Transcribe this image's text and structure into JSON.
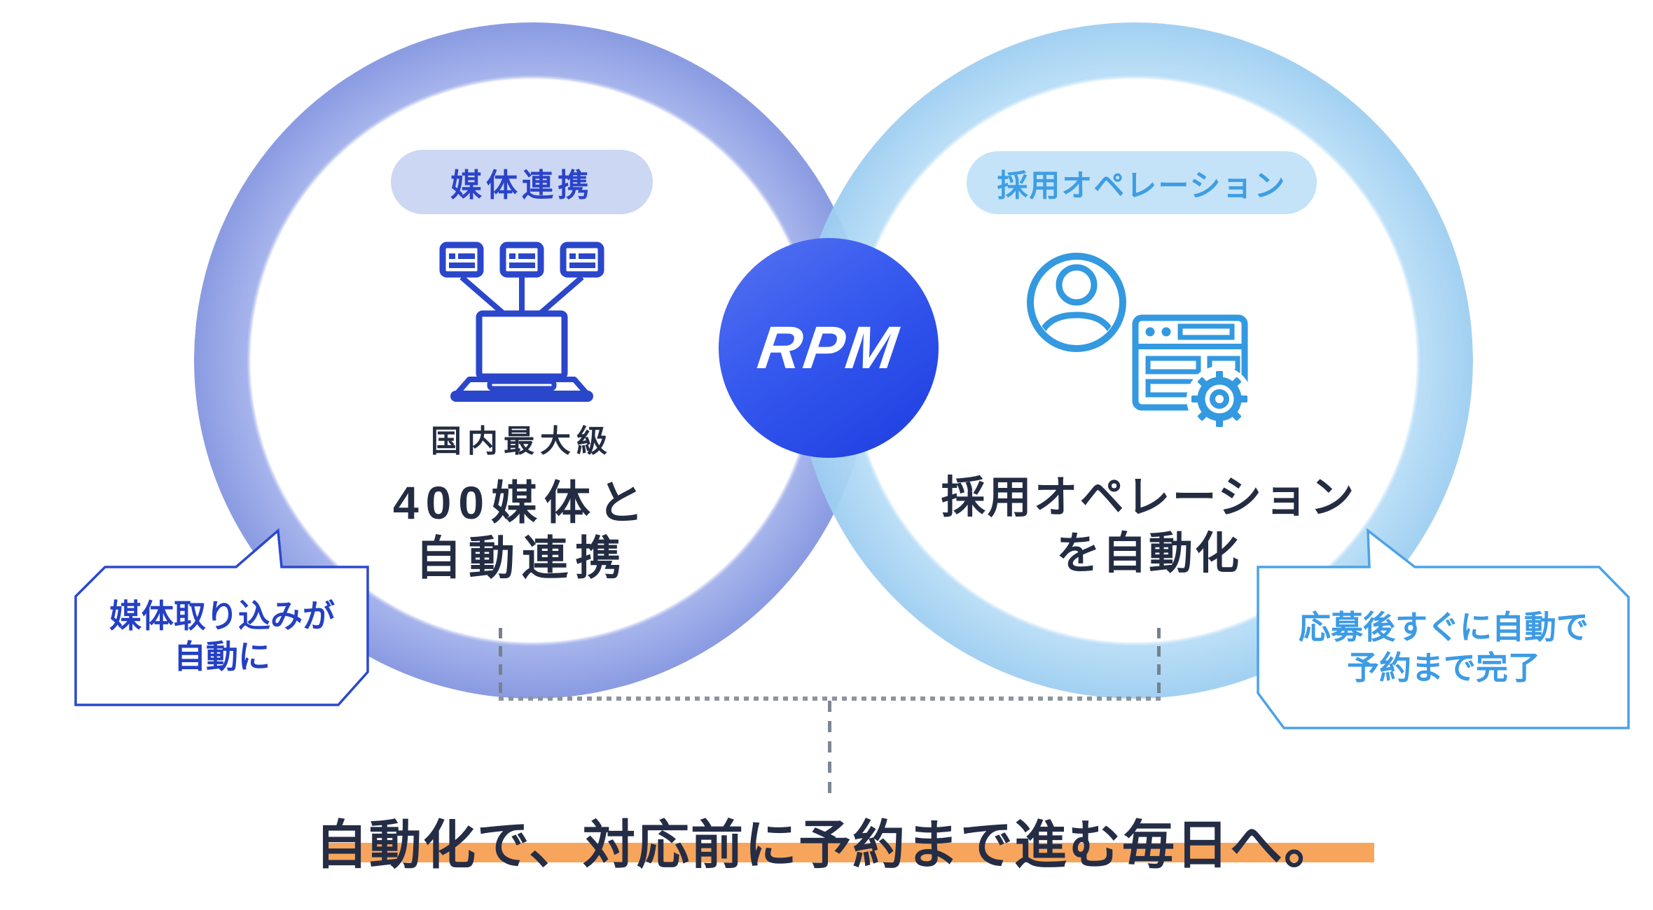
{
  "center": {
    "logo": "RPM",
    "circle_gradient": [
      "#5673F2",
      "#1D3DDF"
    ]
  },
  "left_section": {
    "badge": "媒体連携",
    "icon": "laptop-media-network-icon",
    "subtitle": "国内最大級",
    "title_line1": "400媒体と",
    "title_line2": "自動連携",
    "callout_line1": "媒体取り込みが",
    "callout_line2": "自動に",
    "colors": {
      "ring": "#93A5E4",
      "badge_bg": "#CBD7F3",
      "badge_text": "#2B43C8",
      "callout_border": "#2B49CC",
      "callout_text": "#2440C4",
      "icon": "#2A46CB"
    }
  },
  "right_section": {
    "badge": "採用オペレーション",
    "icons": [
      "user-avatar-icon",
      "browser-settings-gear-icon"
    ],
    "title_line1": "採用オペレーション",
    "title_line2": "を自動化",
    "callout_line1": "応募後すぐに自動で",
    "callout_line2": "予約まで完了",
    "colors": {
      "ring": "#A5D2F4",
      "badge_bg": "#C5E3F8",
      "badge_text": "#3E9EE3",
      "callout_border": "#4DA2E8",
      "callout_text": "#3D9BE5",
      "icon": "#3399E0"
    }
  },
  "connectors": {
    "dash_color": "#7D8794"
  },
  "footer": {
    "headline": "自動化で、対応前に予約まで進む毎日へ。",
    "highlight_color": "#F7A55C",
    "text_color": "#242D45"
  }
}
